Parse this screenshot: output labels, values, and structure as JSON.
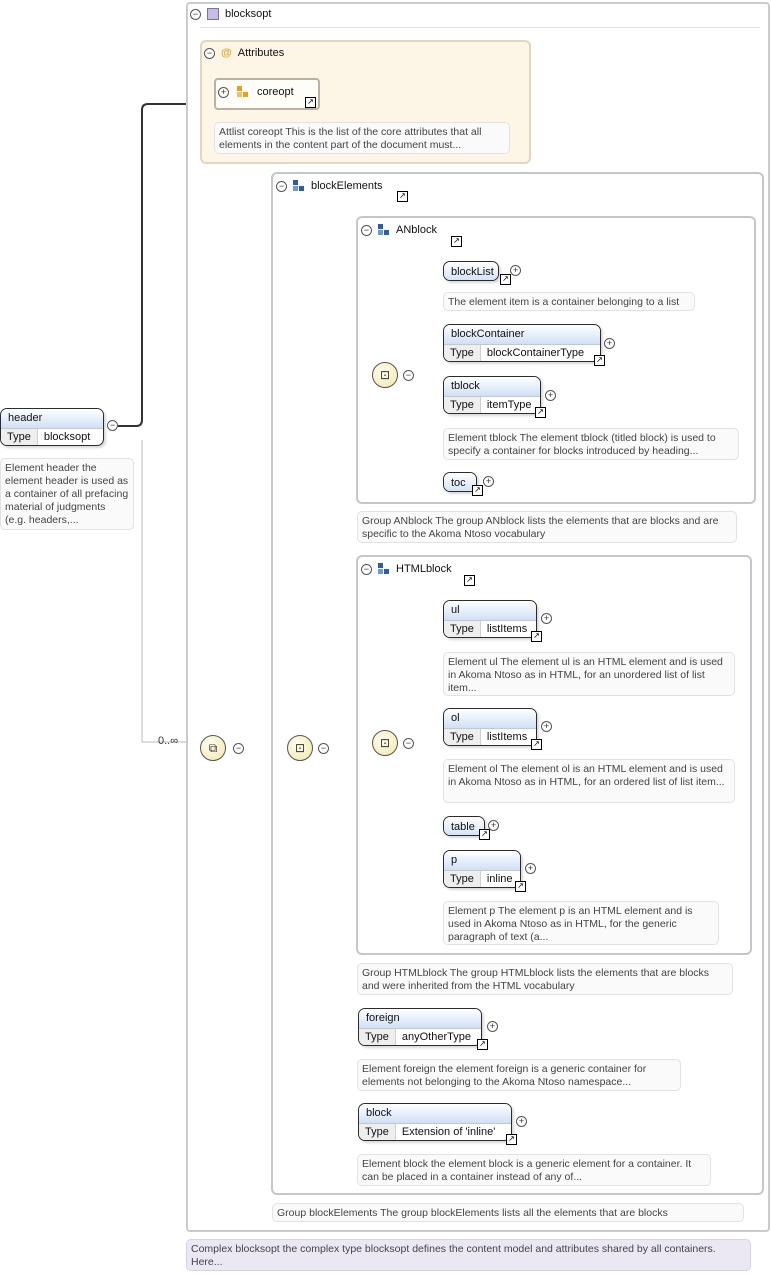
{
  "complex_type": {
    "name": "blocksopt",
    "doc": "Complex blocksopt the complex type blocksopt defines the content model and attributes shared by all containers. Here..."
  },
  "attributes": {
    "label": "Attributes",
    "attlist": {
      "name": "coreopt"
    },
    "doc": "Attlist coreopt This is the list of the core attributes that all elements in the content part of the document must..."
  },
  "header": {
    "name": "header",
    "type_key": "Type",
    "type_value": "blocksopt",
    "doc": "Element header the element header is used as a container of all prefacing material of judgments (e.g. headers,..."
  },
  "occurrence": "0..∞",
  "block_elements": {
    "name": "blockElements",
    "doc": "Group blockElements The group blockElements lists all the elements that are blocks"
  },
  "anblock": {
    "name": "ANblock",
    "doc": "Group ANblock The group ANblock lists the elements that are blocks and are specific to the Akoma Ntoso vocabulary",
    "items": [
      {
        "name": "blockList",
        "doc": "The element item is a container belonging to a list"
      },
      {
        "name": "blockContainer",
        "type_key": "Type",
        "type_value": "blockContainerType"
      },
      {
        "name": "tblock",
        "type_key": "Type",
        "type_value": "itemType",
        "doc": "Element tblock The element tblock (titled block) is used to specify a container for blocks introduced by heading..."
      },
      {
        "name": "toc"
      }
    ]
  },
  "htmlblock": {
    "name": "HTMLblock",
    "doc": "Group HTMLblock The group HTMLblock lists the elements that are blocks and were inherited from the HTML vocabulary",
    "items": [
      {
        "name": "ul",
        "type_key": "Type",
        "type_value": "listItems",
        "doc": "Element ul The element ul is an HTML element and is used in Akoma Ntoso as in HTML, for an unordered list of list item..."
      },
      {
        "name": "ol",
        "type_key": "Type",
        "type_value": "listItems",
        "doc": "Element ol The element ol is an HTML element and is used in Akoma Ntoso as in HTML, for an ordered list of list item..."
      },
      {
        "name": "table"
      },
      {
        "name": "p",
        "type_key": "Type",
        "type_value": "inline",
        "doc": "Element p The element p is an HTML element and is used in Akoma Ntoso as in HTML, for the generic paragraph of text (a..."
      }
    ]
  },
  "foreign": {
    "name": "foreign",
    "type_key": "Type",
    "type_value": "anyOtherType",
    "doc": "Element foreign the element foreign is a generic container for elements not belonging to the Akoma Ntoso namespace..."
  },
  "block": {
    "name": "block",
    "type_key": "Type",
    "type_value": "Extension of 'inline'",
    "doc": "Element block the element block is a generic element for a container. It can be placed in a container instead of any of..."
  },
  "symbols": {
    "collapse": "−",
    "expand": "+",
    "jump": "↗",
    "attr_at": "@"
  }
}
